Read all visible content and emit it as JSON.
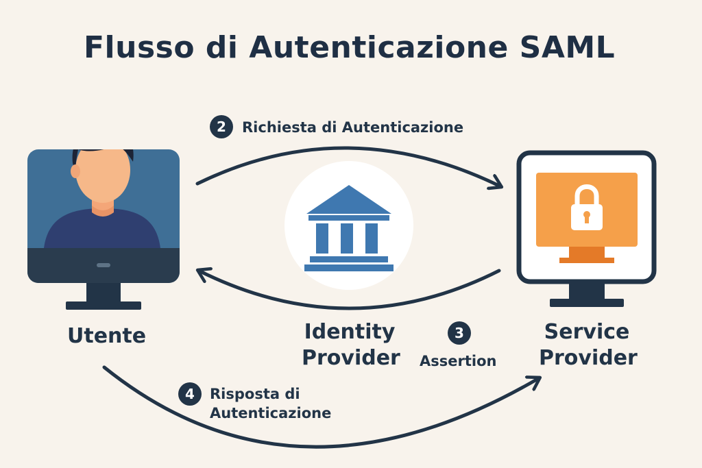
{
  "title": "Flusso di Autenticazione SAML",
  "nodes": {
    "user": {
      "label": "Utente"
    },
    "idp": {
      "label_line1": "Identity",
      "label_line2": "Provider"
    },
    "sp": {
      "label_line1": "Service",
      "label_line2": "Provider"
    }
  },
  "steps": [
    {
      "number": "2",
      "label": "Richiesta di Autenticazione"
    },
    {
      "number": "3",
      "label": "Assertion"
    },
    {
      "number": "4",
      "label_line1": "Risposta di",
      "label_line2": "Autenticazione"
    }
  ],
  "colors": {
    "background": "#f8f3ec",
    "text": "#223447",
    "user_screen": "#3f6f96",
    "idp_icon": "#3f78b0",
    "sp_screen": "#f5a04a",
    "monitor_frame": "#223447"
  },
  "icons": {
    "user": "user-monitor-icon",
    "idp": "bank-icon",
    "sp": "locked-monitor-icon"
  }
}
